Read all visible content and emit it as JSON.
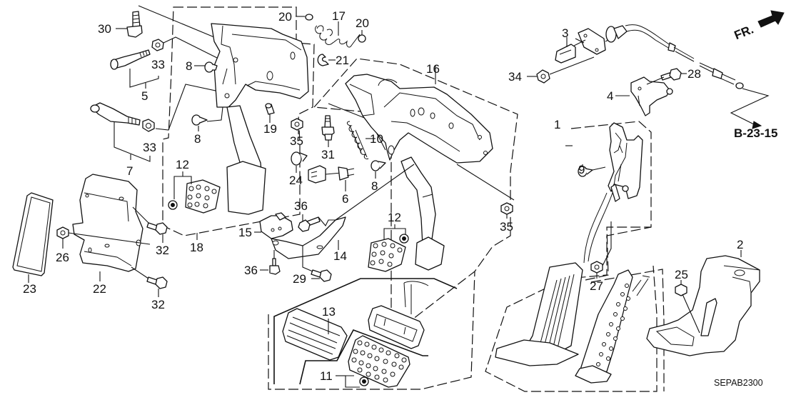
{
  "diagram": {
    "title": "Pedal Assembly",
    "diagram_code": "SEPAB2300",
    "front_indicator": "FR.",
    "cross_reference": "B-23-15",
    "callouts": [
      {
        "id": "c1",
        "label": "1"
      },
      {
        "id": "c2",
        "label": "2"
      },
      {
        "id": "c3",
        "label": "3"
      },
      {
        "id": "c4",
        "label": "4"
      },
      {
        "id": "c5",
        "label": "5"
      },
      {
        "id": "c6",
        "label": "6"
      },
      {
        "id": "c7",
        "label": "7"
      },
      {
        "id": "c8a",
        "label": "8"
      },
      {
        "id": "c8b",
        "label": "8"
      },
      {
        "id": "c8c",
        "label": "8"
      },
      {
        "id": "c9",
        "label": "9"
      },
      {
        "id": "c10",
        "label": "10"
      },
      {
        "id": "c11",
        "label": "11"
      },
      {
        "id": "c12a",
        "label": "12"
      },
      {
        "id": "c12b",
        "label": "12"
      },
      {
        "id": "c13",
        "label": "13"
      },
      {
        "id": "c14",
        "label": "14"
      },
      {
        "id": "c15",
        "label": "15"
      },
      {
        "id": "c16",
        "label": "16"
      },
      {
        "id": "c17",
        "label": "17"
      },
      {
        "id": "c18",
        "label": "18"
      },
      {
        "id": "c19",
        "label": "19"
      },
      {
        "id": "c20a",
        "label": "20"
      },
      {
        "id": "c20b",
        "label": "20"
      },
      {
        "id": "c21",
        "label": "21"
      },
      {
        "id": "c22",
        "label": "22"
      },
      {
        "id": "c23",
        "label": "23"
      },
      {
        "id": "c24",
        "label": "24"
      },
      {
        "id": "c25",
        "label": "25"
      },
      {
        "id": "c26",
        "label": "26"
      },
      {
        "id": "c27",
        "label": "27"
      },
      {
        "id": "c28",
        "label": "28"
      },
      {
        "id": "c29",
        "label": "29"
      },
      {
        "id": "c30",
        "label": "30"
      },
      {
        "id": "c31",
        "label": "31"
      },
      {
        "id": "c32a",
        "label": "32"
      },
      {
        "id": "c32b",
        "label": "32"
      },
      {
        "id": "c33a",
        "label": "33"
      },
      {
        "id": "c33b",
        "label": "33"
      },
      {
        "id": "c34",
        "label": "34"
      },
      {
        "id": "c35a",
        "label": "35"
      },
      {
        "id": "c35b",
        "label": "35"
      },
      {
        "id": "c36a",
        "label": "36"
      },
      {
        "id": "c36b",
        "label": "36"
      }
    ]
  }
}
